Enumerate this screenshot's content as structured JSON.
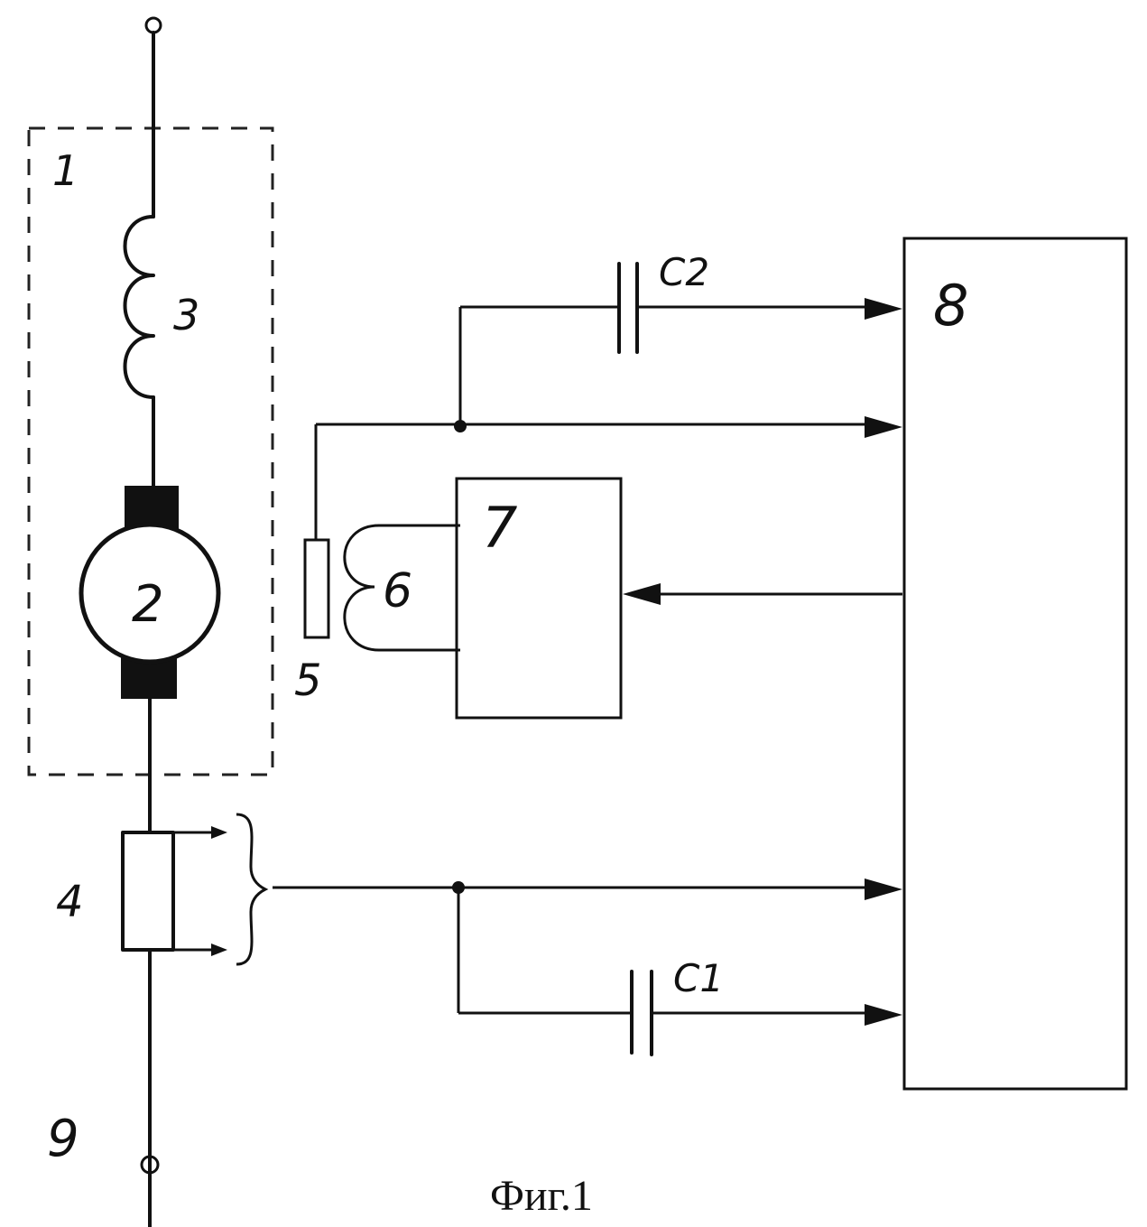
{
  "figure": {
    "caption": "Фиг.1",
    "labels": {
      "block_1": "1",
      "motor_2": "2",
      "coil_3": "3",
      "sensor_4": "4",
      "element_5": "5",
      "coil_6": "6",
      "block_7": "7",
      "block_8": "8",
      "terminal_9": "9",
      "capacitor_c1": "C1",
      "capacitor_c2": "C2"
    }
  }
}
